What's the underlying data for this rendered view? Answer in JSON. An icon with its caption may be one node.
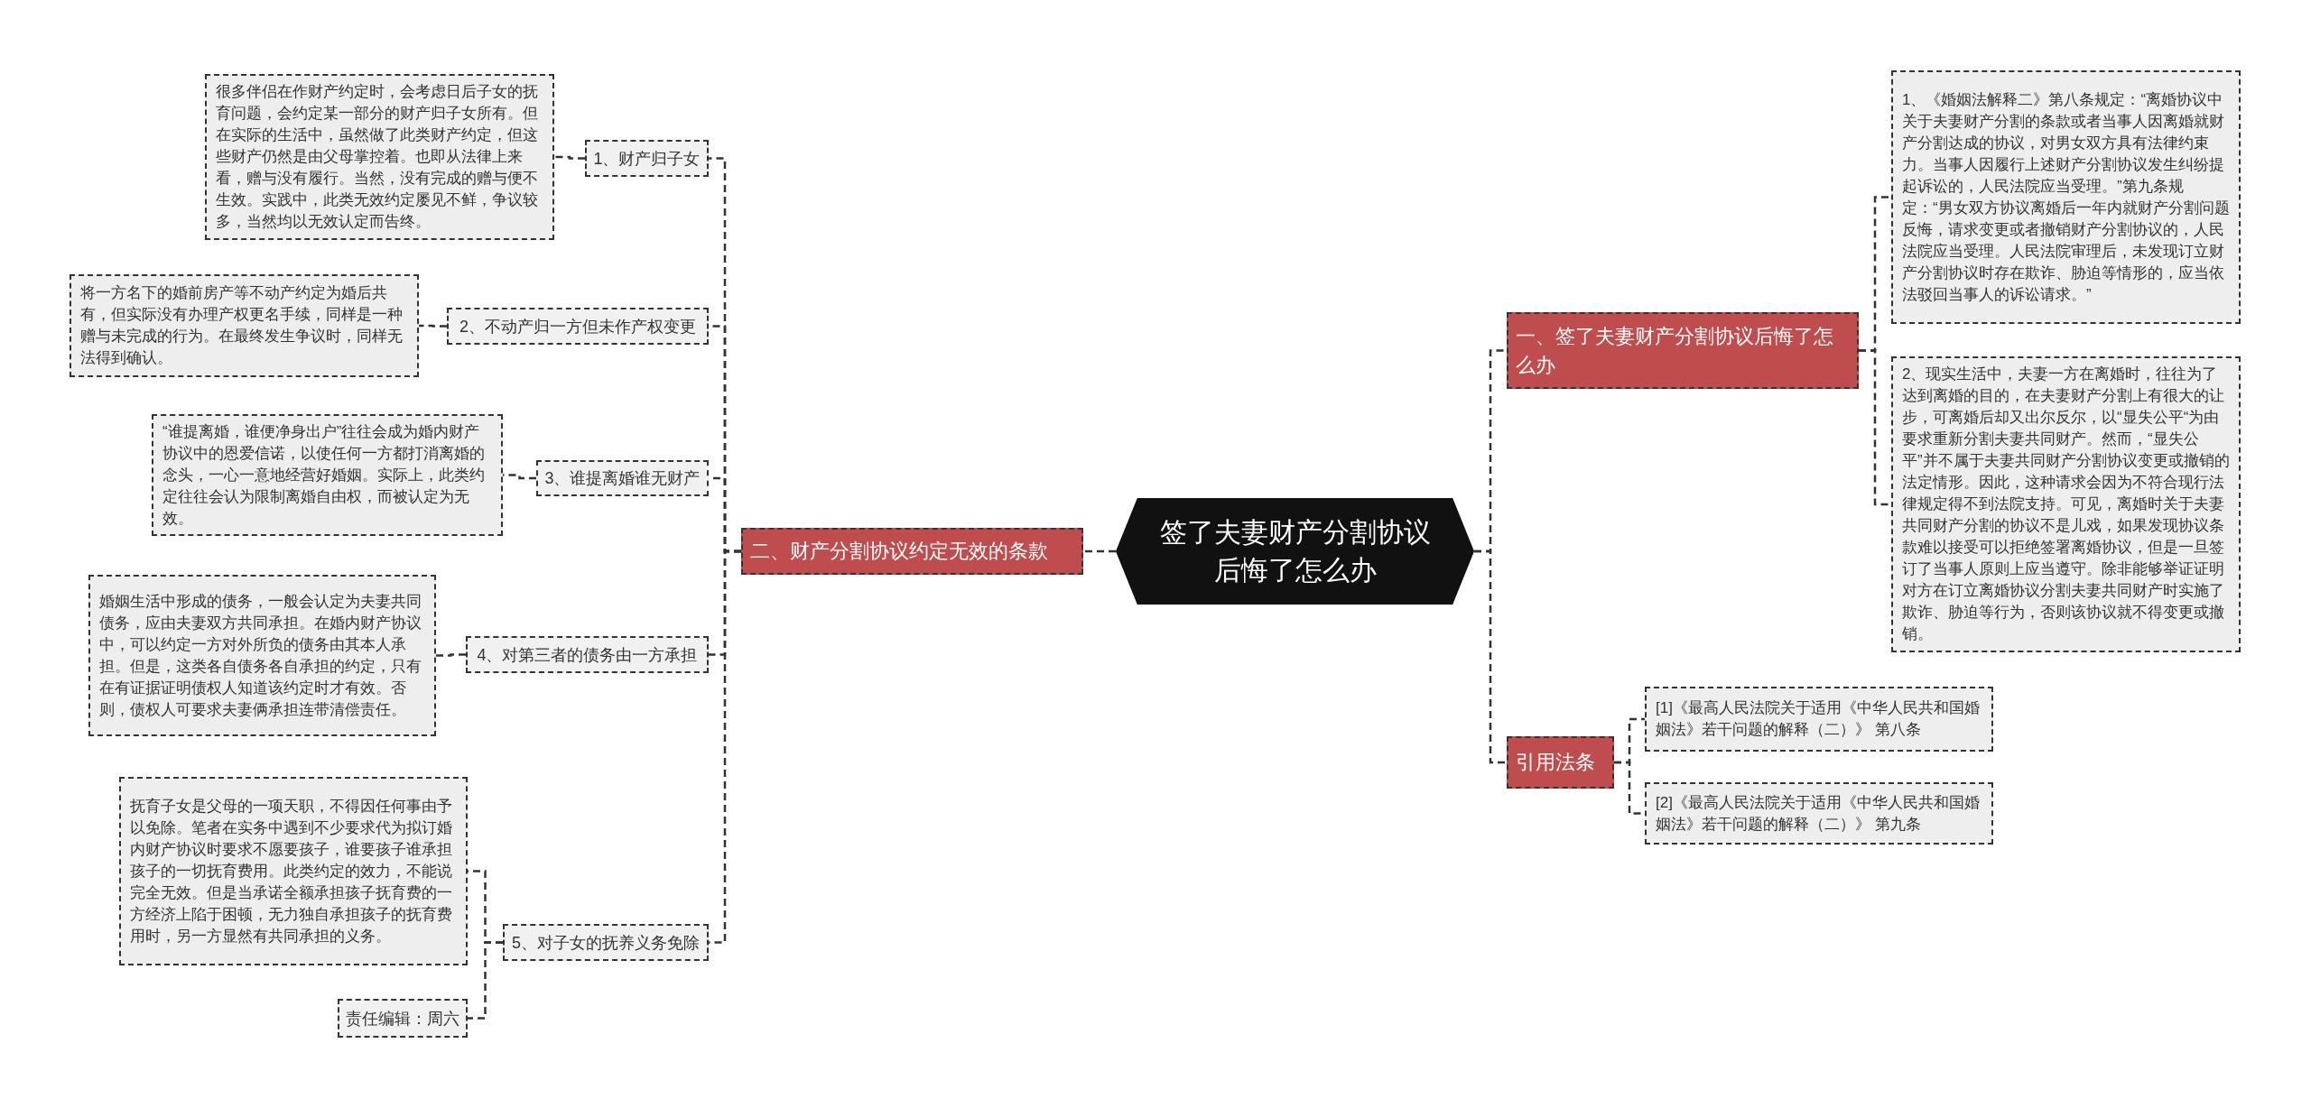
{
  "diagram": {
    "nodes": [
      {
        "text": [
          "签了夫妻财产分割协议后悔了怎么办"
        ]
      },
      {
        "text": [
          "二、财产分割协议约定无效的条款"
        ]
      },
      {
        "text": [
          "1、财产归子女"
        ]
      },
      {
        "text": [
          "很多伴侣在作财产约定时，会考虑日后子女的抚育问题，会约定某一部分的财产归子女所有。但在实际的生活中，虽然做了此类财产约定，但这些财产仍然是由父母掌控着。也即从法律上来看，赠与没有履行。当然，没有完成的赠与便不生效。实践中，此类无效约定屡见不鲜，争议较多，当然均以无效认定而告终。"
        ]
      },
      {
        "text": [
          "2、不动产归一方但未作产权变更"
        ]
      },
      {
        "text": [
          "将一方名下的婚前房产等不动产约定为婚后共有，但实际没有办理产权更名手续，同样是一种赠与未完成的行为。在最终发生争议时，同样无法得到确认。"
        ]
      },
      {
        "text": [
          "3、谁提离婚谁无财产"
        ]
      },
      {
        "text": [
          "“谁提离婚，谁便净身出户”往往会成为婚内财产协议中的恩爱信诺，以使任何一方都打消离婚的念头，一心一意地经营好婚姻。实际上，此类约定往往会认为限制离婚自由权，而被认定为无效。"
        ]
      },
      {
        "text": [
          "4、对第三者的债务由一方承担"
        ]
      },
      {
        "text": [
          "婚姻生活中形成的债务，一般会认定为夫妻共同债务，应由夫妻双方共同承担。在婚内财产协议中，可以约定一方对外所负的债务由其本人承担。但是，这类各自债务各自承担的约定，只有在有证据证明债权人知道该约定时才有效。否则，债权人可要求夫妻俩承担连带清偿责任。"
        ]
      },
      {
        "text": [
          "5、对子女的抚养义务免除"
        ]
      },
      {
        "text": [
          "抚育子女是父母的一项天职，不得因任何事由予以免除。笔者在实务中遇到不少要求代为拟订婚内财产协议时要求不愿要孩子，谁要孩子谁承担孩子的一切抚育费用。此类约定的效力，不能说完全无效。但是当承诺全额承担孩子抚育费的一方经济上陷于困顿，无力独自承担孩子的抚育费用时，另一方显然有共同承担的义务。"
        ]
      },
      {
        "text": [
          "责任编辑：周六"
        ]
      },
      {
        "text": [
          "一、签了夫妻财产分割协议后悔了怎么办"
        ]
      },
      {
        "text": [
          "1、《婚姻法解释二》第八条规定：“离婚协议中关于夫妻财产分割的条款或者当事人因离婚就财产分割达成的协议，对男女双方具有法律约束力。当事人因履行上述财产分割协议发生纠纷提起诉讼的，人民法院应当受理。”第九条规定：“男女双方协议离婚后一年内就财产分割问题反悔，请求变更或者撤销财产分割协议的，人民法院应当受理。人民法院审理后，未发现订立财产分割协议时存在欺诈、胁迫等情形的，应当依法驳回当事人的诉讼请求。”"
        ]
      },
      {
        "text": [
          "2、现实生活中，夫妻一方在离婚时，往往为了达到离婚的目的，在夫妻财产分割上有很大的让步，可离婚后却又出尔反尔，以“显失公平“为由要求重新分割夫妻共同财产。然而，“显失公平”并不属于夫妻共同财产分割协议变更或撤销的法定情形。因此，这种请求会因为不符合现行法律规定得不到法院支持。可见，离婚时关于夫妻共同财产分割的协议不是儿戏，如果发现协议条款难以接受可以拒绝签署离婚协议，但是一旦签订了当事人原则上应当遵守。除非能够举证证明对方在订立离婚协议分割夫妻共同财产时实施了欺诈、胁迫等行为，否则该协议就不得变更或撤销。"
        ]
      },
      {
        "text": [
          "引用法条"
        ]
      },
      {
        "text": [
          "[1]《最高人民法院关于适用《中华人民共和国婚姻法》若干问题的解释（二）》 第八条"
        ]
      },
      {
        "text": [
          "[2]《最高人民法院关于适用《中华人民共和国婚姻法》若干问题的解释（二）》 第九条"
        ]
      }
    ],
    "edges": [
      {
        "from": 0,
        "to": 1,
        "arrow": "none",
        "style": "dashed"
      },
      {
        "from": 1,
        "to": 2,
        "arrow": "none",
        "style": "dashed"
      },
      {
        "from": 2,
        "to": 3,
        "arrow": "none",
        "style": "dashed"
      },
      {
        "from": 1,
        "to": 4,
        "arrow": "none",
        "style": "dashed"
      },
      {
        "from": 4,
        "to": 5,
        "arrow": "none",
        "style": "dashed"
      },
      {
        "from": 1,
        "to": 6,
        "arrow": "none",
        "style": "dashed"
      },
      {
        "from": 6,
        "to": 7,
        "arrow": "none",
        "style": "dashed"
      },
      {
        "from": 1,
        "to": 8,
        "arrow": "none",
        "style": "dashed"
      },
      {
        "from": 8,
        "to": 9,
        "arrow": "none",
        "style": "dashed"
      },
      {
        "from": 1,
        "to": 10,
        "arrow": "none",
        "style": "dashed"
      },
      {
        "from": 10,
        "to": 11,
        "arrow": "none",
        "style": "dashed"
      },
      {
        "from": 10,
        "to": 12,
        "arrow": "none",
        "style": "dashed"
      },
      {
        "from": 0,
        "to": 13,
        "arrow": "none",
        "style": "dashed"
      },
      {
        "from": 13,
        "to": 14,
        "arrow": "none",
        "style": "dashed"
      },
      {
        "from": 13,
        "to": 15,
        "arrow": "none",
        "style": "dashed"
      },
      {
        "from": 0,
        "to": 16,
        "arrow": "none",
        "style": "dashed"
      },
      {
        "from": 16,
        "to": 17,
        "arrow": "none",
        "style": "dashed"
      },
      {
        "from": 16,
        "to": 18,
        "arrow": "none",
        "style": "dashed"
      }
    ]
  }
}
